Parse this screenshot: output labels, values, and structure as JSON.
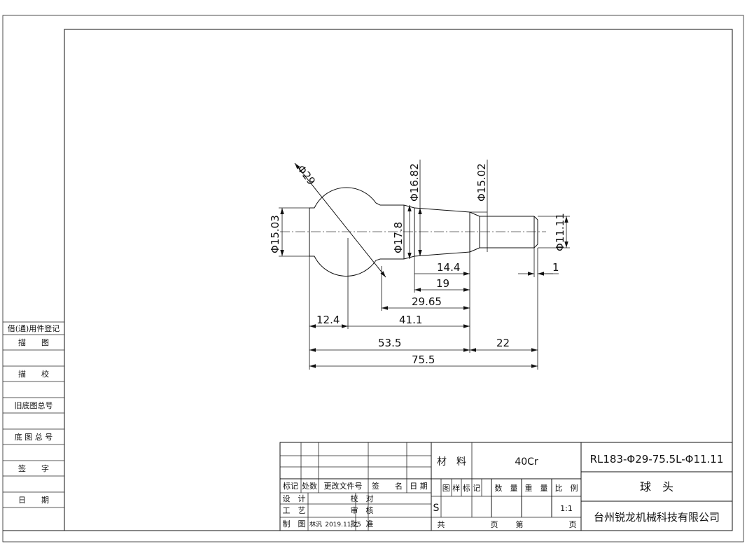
{
  "side_panel": {
    "title": "借(通)用件登记",
    "rows": [
      "描　　图",
      "描　　校",
      "旧底图总号",
      "底 图 总 号",
      "签　　字",
      "日　　期"
    ]
  },
  "dimensions": {
    "ball_dia": "Φ29",
    "left_dia": "Φ15.03",
    "neck_dia": "Φ17.8",
    "mid_dia": "Φ16.82",
    "taper_dia": "Φ15.02",
    "tip_dia": "Φ11.11",
    "d_14_4": "14.4",
    "d_19": "19",
    "d_29_65": "29.65",
    "d_12_4": "12.4",
    "d_41_1": "41.1",
    "d_53_5": "53.5",
    "d_22": "22",
    "d_75_5": "75.5",
    "d_1": "1"
  },
  "title_block": {
    "material_label": "材　料",
    "material_value": "40Cr",
    "drawing_no": "RL183-Φ29-75.5L-Φ11.11",
    "part_name": "球　头",
    "company": "台州锐龙机械科技有限公司",
    "rev_headers": [
      "标记",
      "处数",
      "更改文件号",
      "签　　名",
      "日 期"
    ],
    "design": "设　计",
    "check": "校　对",
    "process": "工　艺",
    "review": "审　核",
    "draw": "制　图",
    "drawer": "林汎",
    "date": "2019.11.25",
    "approve": "批　准",
    "col_headers": [
      "图 样 标 记",
      "数　量",
      "重　量",
      "比　例"
    ],
    "mark_value": "S",
    "scale_value": "1:1",
    "total": "共",
    "page1": "页",
    "nth": "第",
    "page2": "页"
  }
}
